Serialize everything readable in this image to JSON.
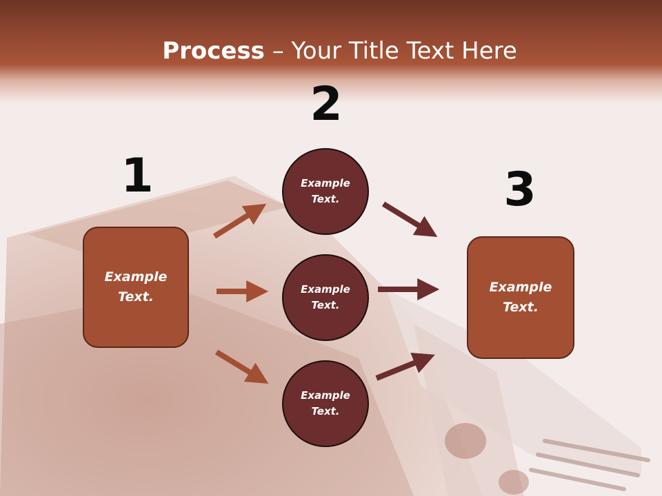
{
  "slide": {
    "title_bold": "Process",
    "title_rest": " – Your Title Text Here",
    "steps": {
      "one": "1",
      "two": "2",
      "three": "3"
    },
    "left_box": {
      "line1": "Example",
      "line2": "Text."
    },
    "circles": [
      {
        "line1": "Example",
        "line2": "Text."
      },
      {
        "line1": "Example",
        "line2": "Text."
      },
      {
        "line1": "Example",
        "line2": "Text."
      }
    ],
    "right_box": {
      "line1": "Example",
      "line2": "Text."
    }
  },
  "colors": {
    "header": "#a95538",
    "box_fill": "#a34f33",
    "circle_fill": "#6b2d2d",
    "arrow_left": "#a34f33",
    "arrow_right": "#6b2d2d"
  }
}
